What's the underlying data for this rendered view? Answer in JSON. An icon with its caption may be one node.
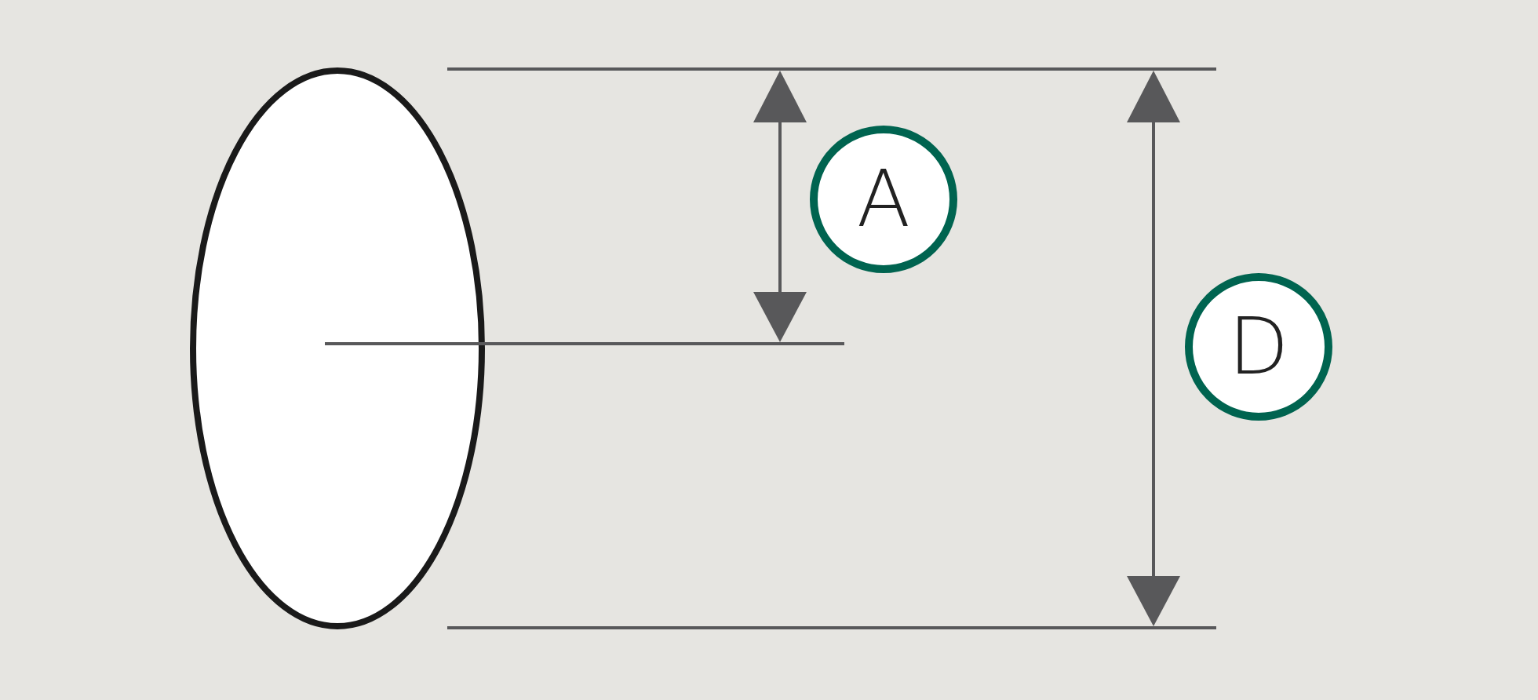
{
  "diagram": {
    "nodes": [
      {
        "text": [],
        "shape": "ellipse"
      },
      {
        "text": [
          "A"
        ]
      },
      {
        "text": [
          "D"
        ]
      }
    ]
  }
}
